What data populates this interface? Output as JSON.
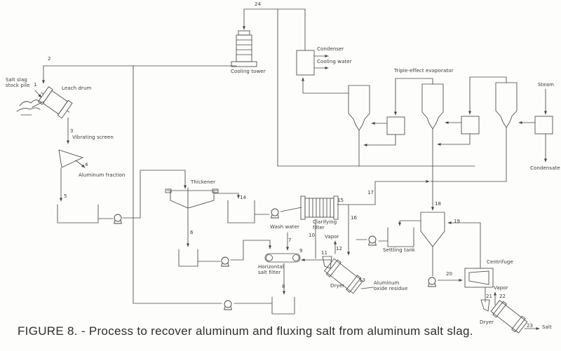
{
  "figure": {
    "caption": "FIGURE 8. - Process to recover aluminum and fluxing salt from aluminum salt slag."
  },
  "colors": {
    "ink": "#454545",
    "paper": "#fdfdfb"
  },
  "labels": {
    "salt_slag_stock_pile": "Salt slag\nstock pile",
    "leach_drum": "Leach drum",
    "vibrating_screen": "Vibrating screen",
    "aluminum_fraction": "Aluminum fraction",
    "thickener": "Thickener",
    "wash_water": "Wash water",
    "horizontal_salt_filter": "Horizontal\nsalt filter",
    "clarifying_filter": "Clarifying\nfilter",
    "dryer_center": "Dryer",
    "aluminum_oxide_residue": "Aluminum\noxide residue",
    "settling_tank": "Settling tank",
    "cooling_tower": "Cooling tower",
    "condenser": "Condenser",
    "cooling_water": "Cooling water",
    "triple_effect_evaporator": "Triple-effect evaporator",
    "steam": "Steam",
    "condensate": "Condensate",
    "centrifuge": "Centrifuge",
    "vapor_center": "Vapor",
    "vapor_right": "Vapor",
    "dryer_right": "Dryer",
    "salt": "Salt"
  },
  "streams": {
    "n1": "1",
    "n2": "2",
    "n3": "3",
    "n4": "4",
    "n5": "5",
    "n6": "6",
    "n7": "7",
    "n8": "8",
    "n9": "9",
    "n10": "10",
    "n11": "11",
    "n12": "12",
    "n13": "13",
    "n14": "14",
    "n15": "15",
    "n16": "16",
    "n17": "17",
    "n18": "18",
    "n19": "19",
    "n20": "20",
    "n21": "21",
    "n22": "22",
    "n23": "23",
    "n24": "24"
  }
}
